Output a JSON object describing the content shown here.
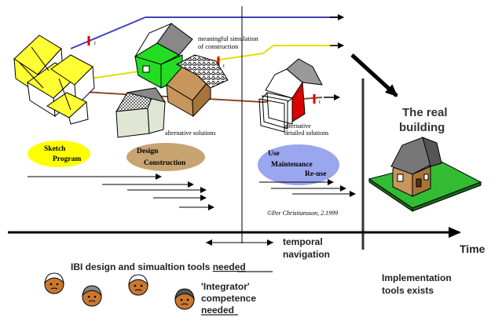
{
  "labels": {
    "simulation_line1": "meaningful simulation",
    "simulation_line2": "of construction",
    "alt_solutions": "alternative solutions",
    "alt_detailed_line1": "alternative",
    "alt_detailed_line2": "detailed solutions",
    "real_building_line1": "The real",
    "real_building_line2": "building",
    "copyright": "©Per Christiansson, 2.1999",
    "time": "Time",
    "temporal_line1": "temporal",
    "temporal_line2": "navigation",
    "tools_needed_prefix": "IBI design and simualtion tools ",
    "tools_needed_underlined": "needed",
    "integrator_line1": "'Integrator'",
    "integrator_line2": "competence",
    "integrator_line3": "needed",
    "implementation_line1": "Implementation",
    "implementation_line2": "tools exists",
    "marker_t": "t"
  },
  "phases": [
    {
      "line1": "Sketch",
      "line2": "Program",
      "color": "#ffff00"
    },
    {
      "line1": "Design",
      "line2": "Construction",
      "color": "#c8a472"
    },
    {
      "line1": "Use",
      "line2": "Maintenance",
      "line3": "Re-use",
      "color": "#9aa6ee"
    }
  ],
  "colors": {
    "blue_path": "#4040c0",
    "yellow_path": "#e0e000",
    "brown_path": "#8b4a2a",
    "marker": "#e00000",
    "house_yellow": "#ffff33",
    "house_green": "#22dd22",
    "house_brown": "#c8955c",
    "house_red": "#dd0000",
    "lawn": "#33bb33",
    "face": "#c87830"
  }
}
